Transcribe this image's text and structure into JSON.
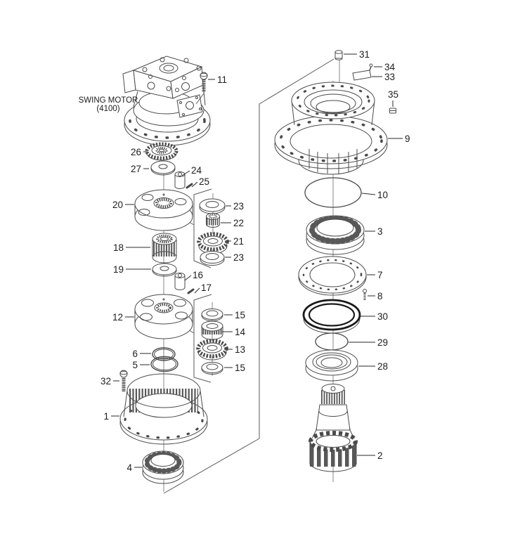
{
  "diagram": {
    "type": "exploded-parts-diagram",
    "assembly_title": "SWING MOTOR",
    "assembly_subtitle": "(4100)",
    "ink_color": "#4a4a4a",
    "background_color": "#ffffff",
    "callouts": {
      "p1": "1",
      "p2": "2",
      "p3": "3",
      "p4": "4",
      "p5": "5",
      "p6": "6",
      "p7": "7",
      "p8": "8",
      "p9": "9",
      "p10": "10",
      "p11": "11",
      "p12": "12",
      "p13": "13",
      "p14": "14",
      "p15a": "15",
      "p15b": "15",
      "p16": "16",
      "p17": "17",
      "p18": "18",
      "p19": "19",
      "p20": "20",
      "p21": "21",
      "p22": "22",
      "p23a": "23",
      "p23b": "23",
      "p24": "24",
      "p25": "25",
      "p26": "26",
      "p27": "27",
      "p28": "28",
      "p29": "29",
      "p30": "30",
      "p31": "31",
      "p32": "32",
      "p33": "33",
      "p34": "34",
      "p35": "35"
    }
  }
}
